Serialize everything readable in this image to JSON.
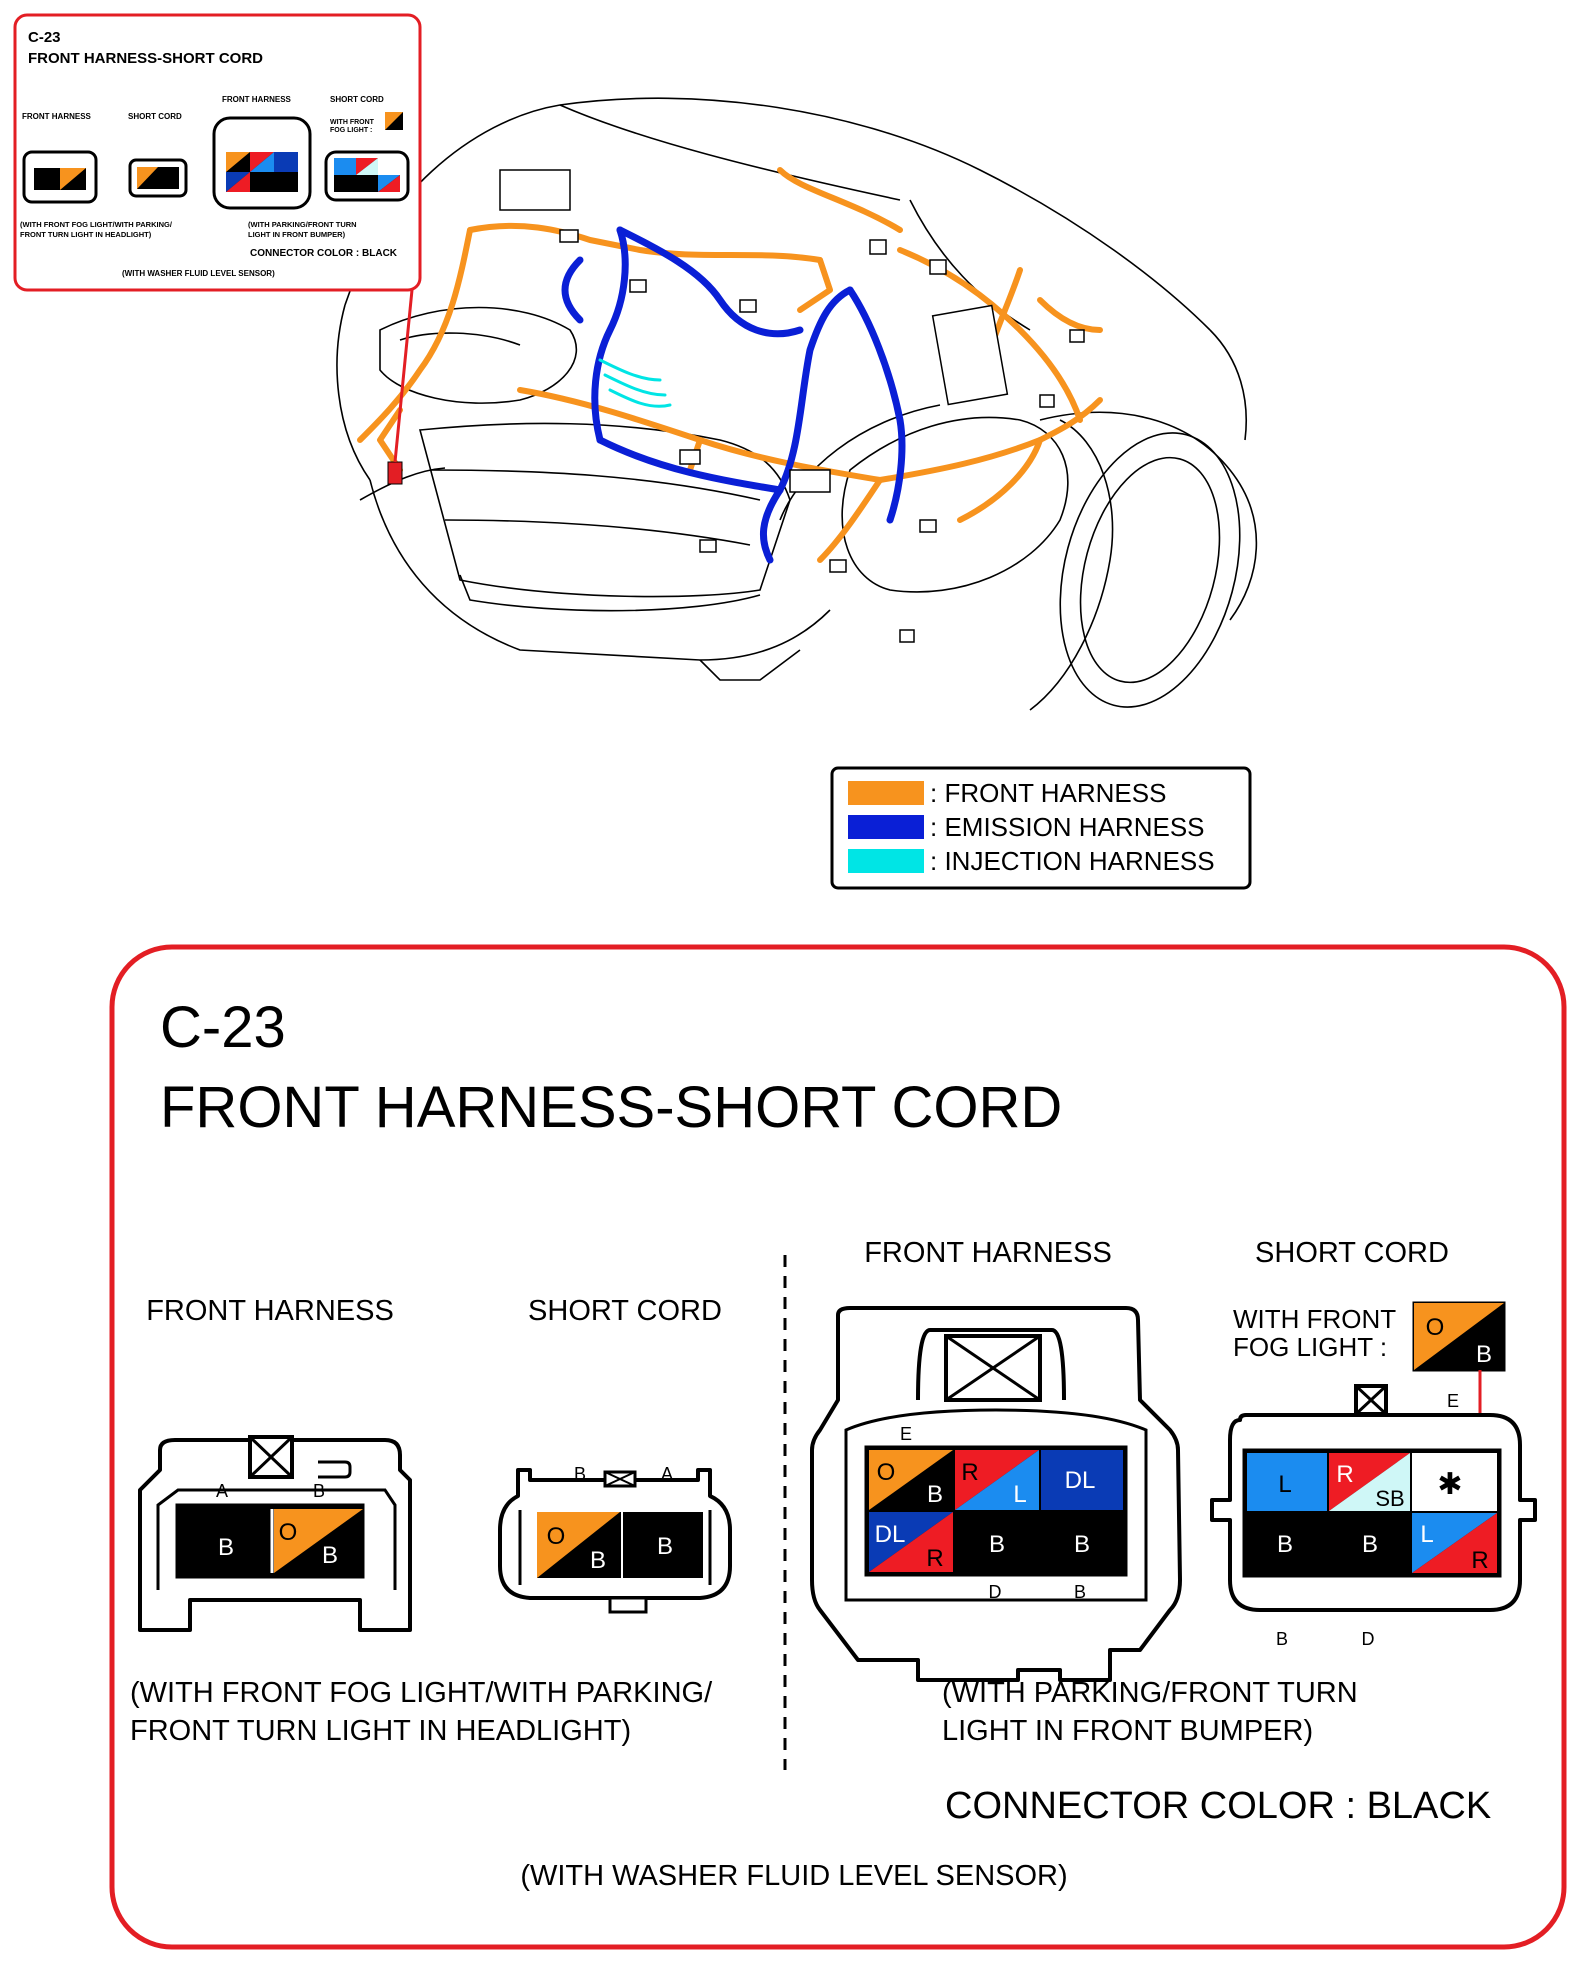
{
  "connector_id": "C-23",
  "title": "FRONT HARNESS-SHORT CORD",
  "legend": [
    {
      "label": ": FRONT HARNESS",
      "color": "#F7931E"
    },
    {
      "label": ": EMISSION HARNESS",
      "color": "#0A1FD6"
    },
    {
      "label": ": INJECTION HARNESS",
      "color": "#00E5E5"
    }
  ],
  "left_group": {
    "front_harness_label": "FRONT HARNESS",
    "short_cord_label": "SHORT CORD",
    "fh_pin_a": "A",
    "fh_pin_b": "B",
    "fh_cells": [
      {
        "text": "B",
        "fill": "#000000"
      },
      {
        "text": "O",
        "sub": "B",
        "top": "#F7931E",
        "bottom": "#000000"
      }
    ],
    "sc_pin_b": "B",
    "sc_pin_a": "A",
    "sc_cells": [
      {
        "text": "O",
        "sub": "B",
        "top": "#F7931E",
        "bottom": "#000000"
      },
      {
        "text": "B",
        "fill": "#000000"
      }
    ],
    "caption_line1": "(WITH FRONT FOG LIGHT/WITH PARKING/",
    "caption_line2": "FRONT TURN LIGHT IN HEADLIGHT)"
  },
  "right_group": {
    "front_harness_label": "FRONT HARNESS",
    "short_cord_label": "SHORT CORD",
    "fog_note_line1": "WITH FRONT",
    "fog_note_line2": "FOG LIGHT :",
    "fog_swatch": {
      "text": "O",
      "sub": "B",
      "top": "#F7931E",
      "bottom": "#000000"
    },
    "fh_pin_e": "E",
    "fh_pin_d": "D",
    "fh_pin_b": "B",
    "fh_cells": [
      {
        "text": "O",
        "sub": "B",
        "top": "#F7931E",
        "bottom": "#000000"
      },
      {
        "text": "R",
        "sub": "L",
        "top": "#EE1C24",
        "bottom": "#1B8CF0"
      },
      {
        "text": "DL",
        "fill": "#0A3BB5"
      },
      {
        "text": "DL",
        "sub": "R",
        "top": "#0A3BB5",
        "bottom": "#EE1C24"
      },
      {
        "text": "B",
        "fill": "#000000"
      },
      {
        "text": "B",
        "fill": "#000000"
      }
    ],
    "sc_pin_e": "E",
    "sc_pin_b": "B",
    "sc_pin_d": "D",
    "sc_cells": [
      {
        "text": "L",
        "fill": "#1B8CF0"
      },
      {
        "text": "R",
        "sub": "SB",
        "top": "#EE1C24",
        "bottom": "#CFF7F7"
      },
      {
        "text": "✱",
        "fill": "#FFFFFF"
      },
      {
        "text": "B",
        "fill": "#000000"
      },
      {
        "text": "B",
        "fill": "#000000"
      },
      {
        "text": "L",
        "sub": "R",
        "top": "#1B8CF0",
        "bottom": "#EE1C24"
      }
    ],
    "caption_line1": "(WITH PARKING/FRONT TURN",
    "caption_line2": "LIGHT IN FRONT BUMPER)"
  },
  "connector_color": "CONNECTOR COLOR : BLACK",
  "footer": "(WITH WASHER FLUID LEVEL SENSOR)",
  "colors": {
    "accent_red": "#E31E24",
    "orange": "#F7931E",
    "blue": "#0A1FD6",
    "cyan": "#00E5E5"
  }
}
